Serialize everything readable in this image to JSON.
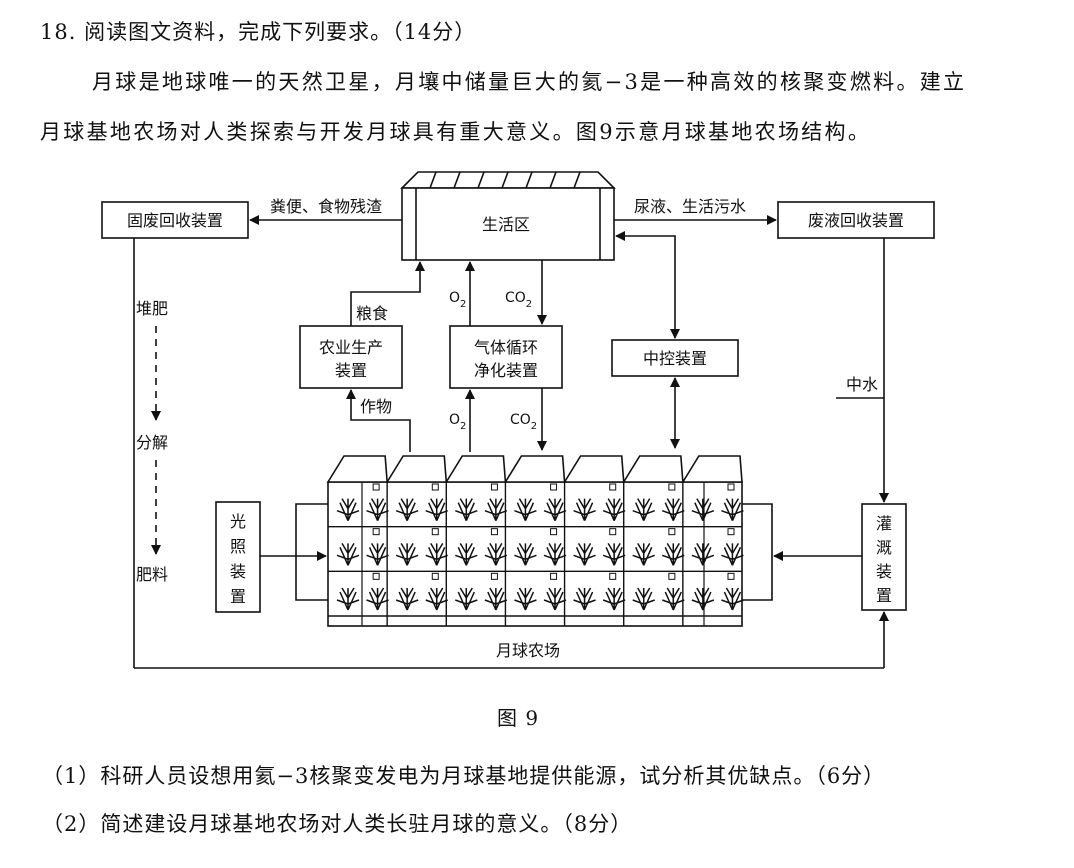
{
  "question": {
    "title": "18. 阅读图文资料，完成下列要求。（14分）",
    "paragraph_1": "月球是地球唯一的天然卫星，月壤中储量巨大的氦−3是一种高效的核聚变燃料。建立",
    "paragraph_2": "月球基地农场对人类探索与开发月球具有重大意义。图9示意月球基地农场结构。"
  },
  "diagram": {
    "living_area": "生活区",
    "solid_waste_device": "固废回收装置",
    "liquid_waste_device": "废液回收装置",
    "agri_device_line1": "农业生产",
    "agri_device_line2": "装置",
    "gas_device_line1": "气体循环",
    "gas_device_line2": "净化装置",
    "control_device": "中控装置",
    "lighting_device": [
      "光",
      "照",
      "装",
      "置"
    ],
    "irrigation_device": [
      "灌",
      "溉",
      "装",
      "置"
    ],
    "farm_label": "月球农场",
    "edge_feces": "粪便、食物残渣",
    "edge_urine": "尿液、生活污水",
    "edge_grain": "粮食",
    "edge_crops": "作物",
    "edge_compost": "堆肥",
    "edge_decompose": "分解",
    "edge_fertilizer": "肥料",
    "edge_greywater": "中水",
    "o2": "O",
    "co2": "CO",
    "subscript_2": "2"
  },
  "figure_caption": "图 9",
  "sub_questions": [
    "（1）科研人员设想用氦−3核聚变发电为月球基地提供能源，试分析其优缺点。（6分）",
    "（2）简述建设月球基地农场对人类长驻月球的意义。（8分）"
  ]
}
